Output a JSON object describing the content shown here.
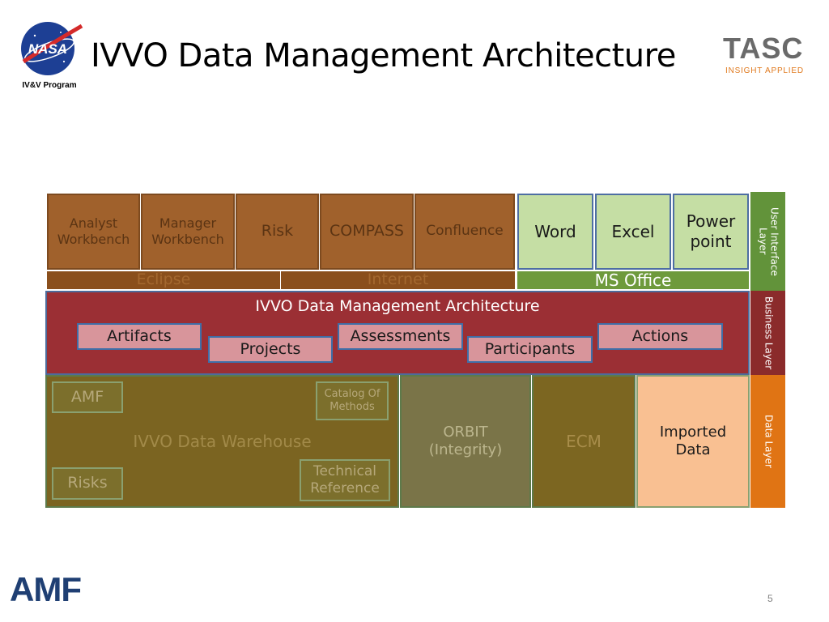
{
  "header": {
    "title": "IVVO Data Management Architecture",
    "nasa_logo_text": "NASA",
    "nasa_subtitle": "IV&V Program",
    "tasc_logo_text": "TASC",
    "tasc_tagline": "INSIGHT APPLIED"
  },
  "ui_layer": {
    "brown_blocks": [
      {
        "line1": "Analyst",
        "line2": "Workbench"
      },
      {
        "line1": "Manager",
        "line2": "Workbench"
      },
      {
        "line1": "Risk"
      },
      {
        "line1": "COMPASS"
      },
      {
        "line1": "Confluence"
      }
    ],
    "office_blocks": [
      {
        "line1": "Word"
      },
      {
        "line1": "Excel"
      },
      {
        "line1": "Power",
        "line2": "point"
      }
    ],
    "bars": {
      "eclipse": "Eclipse",
      "internet": "Internet",
      "ms_office": "MS Office"
    },
    "layer_label": "User Interface Layer"
  },
  "business_layer": {
    "title": "IVVO Data Management Architecture",
    "items": {
      "artifacts": "Artifacts",
      "projects": "Projects",
      "assessments": "Assessments",
      "participants": "Participants",
      "actions": "Actions"
    },
    "layer_label": "Business Layer"
  },
  "data_layer": {
    "warehouse": {
      "label": "IVVO Data Warehouse",
      "amf": "AMF",
      "risks": "Risks",
      "catalog_line1": "Catalog Of",
      "catalog_line2": "Methods",
      "technical_line1": "Technical",
      "technical_line2": "Reference"
    },
    "orbit": {
      "line1": "ORBIT",
      "line2": "(Integrity)"
    },
    "ecm": "ECM",
    "imported": {
      "line1": "Imported",
      "line2": "Data"
    },
    "layer_label": "Data Layer"
  },
  "footer": {
    "amf_logo": "AMF",
    "page_number": "5"
  },
  "colors": {
    "ui_brown": "#a0612c",
    "office_green": "#c5dea4",
    "business_red": "#9b2f34",
    "business_item_pink": "#d8959b",
    "data_olive": "#7b6421",
    "imported_peach": "#f9c092",
    "ui_layer_green": "#62933a",
    "data_layer_orange": "#e07414"
  }
}
